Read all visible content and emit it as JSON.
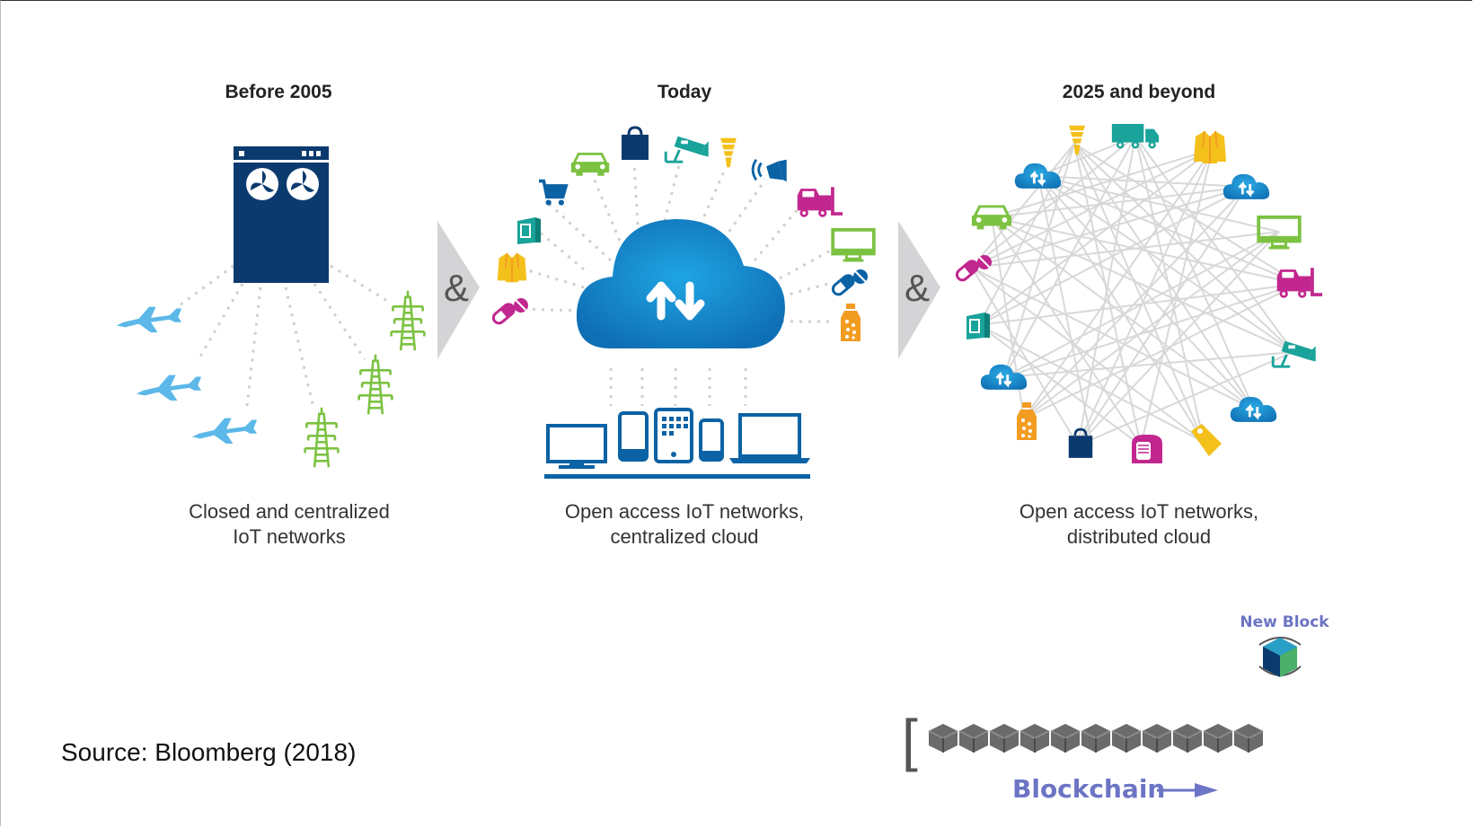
{
  "panels": [
    {
      "title": "Before 2005",
      "caption_line1": "Closed and centralized",
      "caption_line2": "IoT networks"
    },
    {
      "title": "Today",
      "caption_line1": "Open access IoT networks,",
      "caption_line2": "centralized cloud"
    },
    {
      "title": "2025 and beyond",
      "caption_line1": "Open access IoT networks,",
      "caption_line2": "distributed cloud"
    }
  ],
  "connector_symbol": "&",
  "source": "Source: Bloomberg (2018)",
  "blockchain": {
    "new_block_label": "New Block",
    "chain_label": "Blockchain",
    "bracket": "["
  },
  "colors": {
    "navy": "#0b3a6e",
    "cloud_blue": "#1694d6",
    "sky_blue": "#5cb8e8",
    "green": "#7cc242",
    "teal": "#1aa39a",
    "magenta": "#c2278f",
    "orange": "#f39c22",
    "yellow": "#f4c01b",
    "gray_arrow": "#d4d4d6",
    "block_gray": "#6b6b6b",
    "label_purple": "#6c74c4"
  },
  "icons": {
    "left": [
      "server-icon",
      "airplane-icon",
      "power-tower-icon"
    ],
    "middle": [
      "cloud-icon",
      "shopping-cart-icon",
      "car-icon",
      "shopping-bag-icon",
      "security-camera-icon",
      "light-bulb-icon",
      "speaker-icon",
      "forklift-icon",
      "tv-icon",
      "pills-icon",
      "medicine-bottle-icon",
      "jacket-icon",
      "door-icon",
      "monitor-icon",
      "phone-icon",
      "tablet-icon",
      "laptop-icon"
    ],
    "right": [
      "small-cloud-icon",
      "truck-icon",
      "new-block-cube-icon",
      "chain-block-icon"
    ]
  }
}
